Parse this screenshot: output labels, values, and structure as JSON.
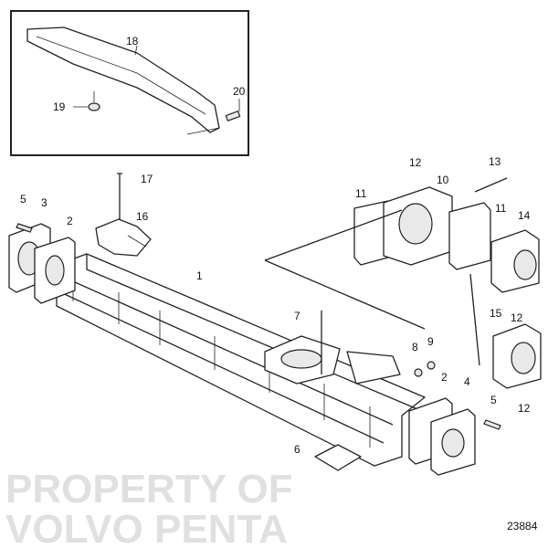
{
  "diagram": {
    "drawing_number": "23884",
    "watermark": [
      "PROPERTY OF",
      "VOLVO PENTA"
    ],
    "callouts": [
      "18",
      "19",
      "20",
      "17",
      "5",
      "3",
      "2",
      "16",
      "1",
      "12",
      "10",
      "13",
      "11",
      "11",
      "14",
      "7",
      "15",
      "12",
      "8",
      "9",
      "2",
      "4",
      "5",
      "12",
      "6"
    ]
  }
}
